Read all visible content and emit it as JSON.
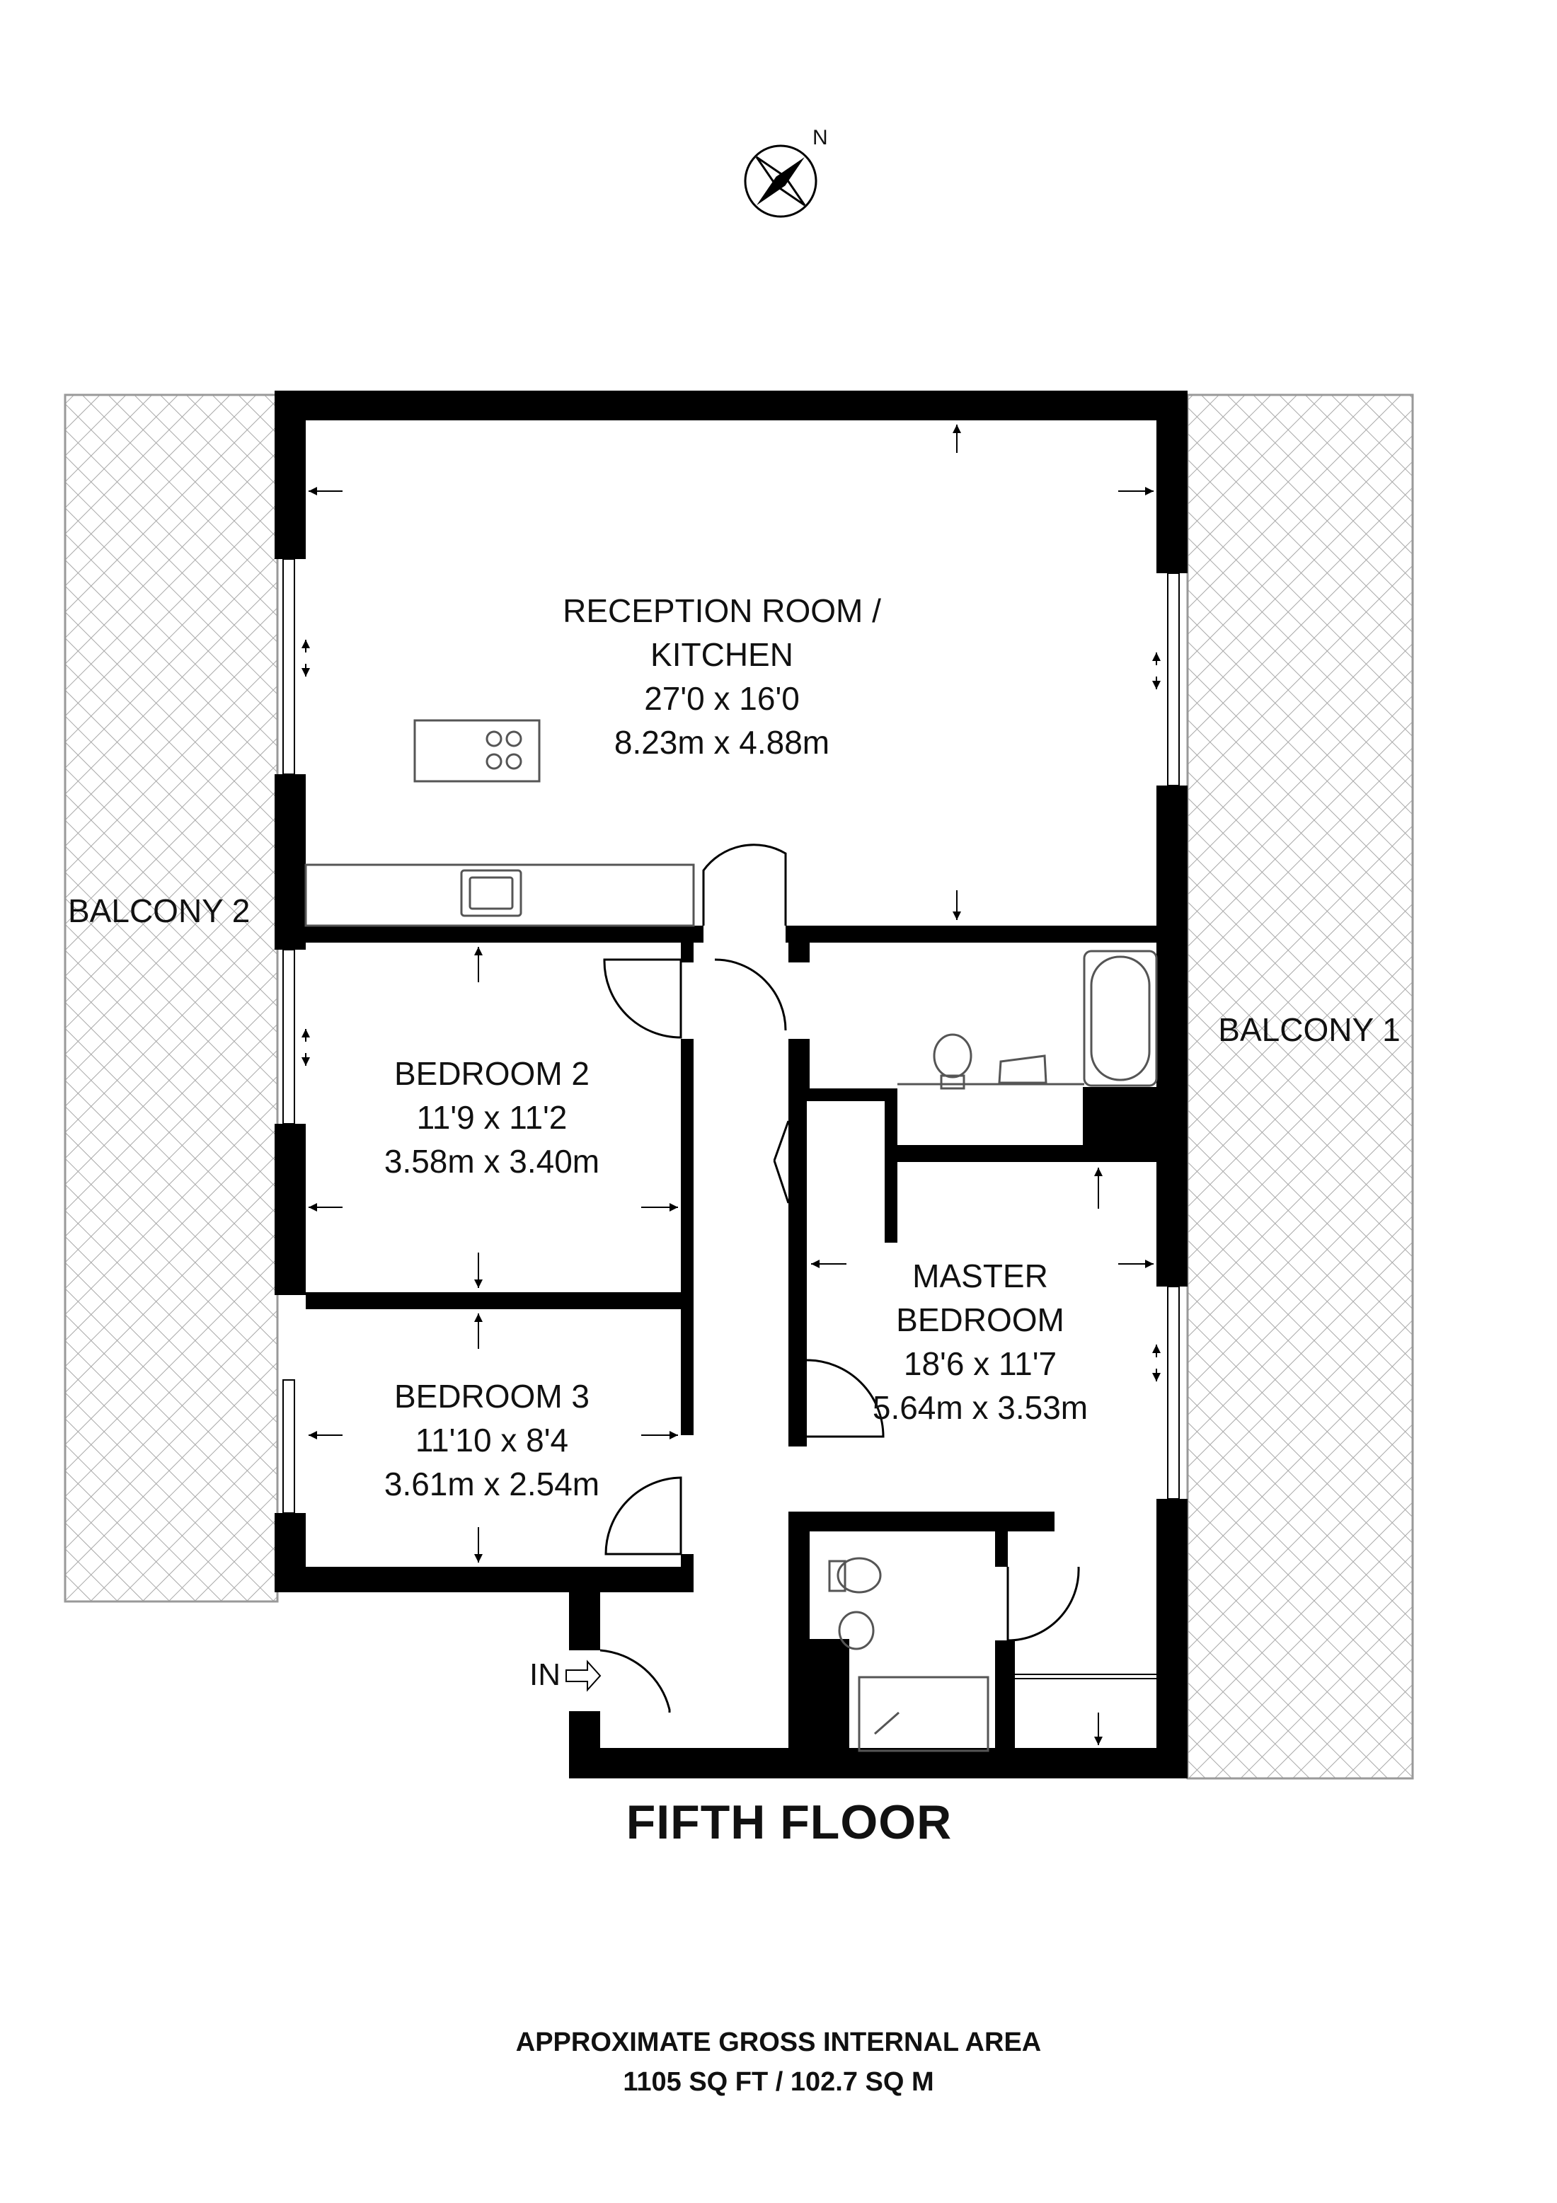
{
  "compass": {
    "north_label": "N"
  },
  "rooms": {
    "reception": {
      "name_line1": "RECEPTION ROOM /",
      "name_line2": "KITCHEN",
      "imperial": "27'0 x 16'0",
      "metric": "8.23m x 4.88m"
    },
    "bedroom2": {
      "name": "BEDROOM 2",
      "imperial": "11'9 x 11'2",
      "metric": "3.58m x 3.40m"
    },
    "bedroom3": {
      "name": "BEDROOM 3",
      "imperial": "11'10 x 8'4",
      "metric": "3.61m x 2.54m"
    },
    "master": {
      "name_line1": "MASTER",
      "name_line2": "BEDROOM",
      "imperial": "18'6 x 11'7",
      "metric": "5.64m x 3.53m"
    }
  },
  "balconies": {
    "balcony1": "BALCONY 1",
    "balcony2": "BALCONY 2"
  },
  "entrance": {
    "label": "IN"
  },
  "floor": {
    "title": "FIFTH FLOOR"
  },
  "area": {
    "line1": "APPROXIMATE GROSS INTERNAL AREA",
    "line2": "1105 SQ FT / 102.7 SQ M"
  },
  "colors": {
    "wall": "#000000",
    "fixture": "#555555",
    "hatch": "#9a9a9a"
  },
  "icons": [
    "compass-rose-icon",
    "hob-icon",
    "sink-icon",
    "toilet-icon",
    "bathtub-icon",
    "shower-icon",
    "door-swing-icon",
    "arrow-icon"
  ]
}
